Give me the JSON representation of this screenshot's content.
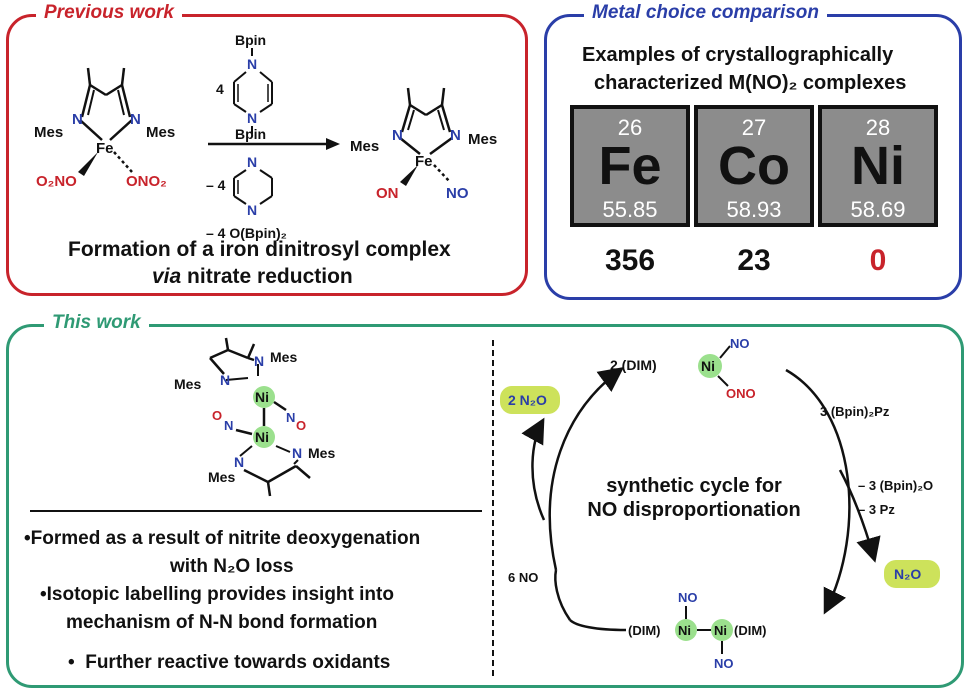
{
  "colors": {
    "red": "#c8232b",
    "blue": "#2a3ea8",
    "teal": "#2f9a74",
    "green_highlight": "#cde25b",
    "ni_circle": "#9be08d"
  },
  "previous_work": {
    "title": "Previous work",
    "caption_line1": "Formation of a iron dinitrosyl complex",
    "caption_via": "via",
    "caption_line2": "nitrate reduction",
    "left_complex": {
      "mes_left": "Mes",
      "mes_right": "Mes",
      "n1": "N",
      "n2": "N",
      "metal": "Fe",
      "ligand_left": "O₂NO",
      "ligand_right": "ONO₂"
    },
    "right_complex": {
      "mes_left": "Mes",
      "mes_right": "Mes",
      "n1": "N",
      "n2": "N",
      "metal": "Fe",
      "ligand_left": "ON",
      "ligand_right": "NO"
    },
    "reagent_coefficient": "4",
    "reagent_bpin_top": "Bpin",
    "reagent_bpin_bottom": "Bpin",
    "ring_n": "N",
    "minus_4": "– 4",
    "minus_4_obpin": "– 4 O(Bpin)₂"
  },
  "metal_comparison": {
    "title": "Metal choice comparison",
    "heading_line1": "Examples of crystallographically",
    "heading_line2": "characterized M(NO)₂ complexes",
    "tiles": [
      {
        "number": "26",
        "symbol": "Fe",
        "mass": "55.85",
        "count": "356",
        "count_color": "#111111"
      },
      {
        "number": "27",
        "symbol": "Co",
        "mass": "58.93",
        "count": "23",
        "count_color": "#111111"
      },
      {
        "number": "28",
        "symbol": "Ni",
        "mass": "58.69",
        "count": "0",
        "count_color": "#c8232b"
      }
    ]
  },
  "this_work": {
    "title": "This work",
    "dimer": {
      "mes": "Mes",
      "n": "N",
      "metal": "Ni",
      "no": "NO"
    },
    "bullets": [
      {
        "line1": "Formed as a result of nitrite deoxygenation",
        "line2": "with N₂O loss"
      },
      {
        "line1": "Isotopic labelling provides insight into",
        "line2": "mechanism of N-N bond formation"
      },
      {
        "line1": "Further reactive towards oxidants",
        "line2": ""
      }
    ],
    "cycle": {
      "center_line1": "synthetic cycle for",
      "center_line2": "NO disproportionation",
      "top_label": "2 (DIM)",
      "top_metal": "Ni",
      "top_no": "NO",
      "top_ono": "ONO",
      "reagent_in": "3 (Bpin)₂Pz",
      "byproduct_1": "– 3 (Bpin)₂O",
      "byproduct_2": "– 3 Pz",
      "product_right": "N₂O",
      "bottom_dim_left": "(DIM)",
      "bottom_dim_right": "(DIM)",
      "bottom_metal": "Ni",
      "bottom_no": "NO",
      "input_left": "6 NO",
      "product_left": "2 N₂O"
    }
  }
}
